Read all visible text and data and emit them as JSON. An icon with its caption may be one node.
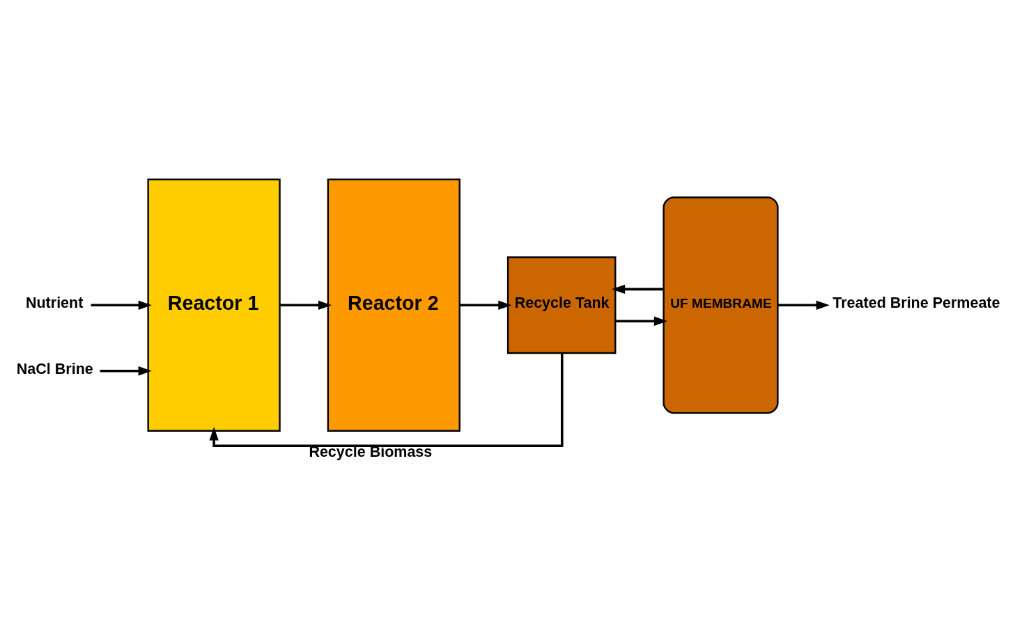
{
  "diagram": {
    "nodes": [
      {
        "text": [
          "Nutrient"
        ]
      },
      {
        "text": [
          "Reactor 1"
        ]
      },
      {
        "text": [
          "Reactor 2"
        ]
      },
      {
        "text": [
          "Recycle Tank"
        ]
      },
      {
        "text": [
          "UF MEMBRAME"
        ]
      },
      {
        "text": [
          "NaCl Brine"
        ]
      },
      {
        "text": [
          "Treated Brine Permeate"
        ]
      }
    ],
    "edges": [
      {
        "from": 0,
        "to": 1,
        "arrow": "to"
      },
      {
        "from": 5,
        "to": 1,
        "arrow": "to"
      },
      {
        "from": 1,
        "to": 2,
        "arrow": "to"
      },
      {
        "from": 2,
        "to": 3,
        "arrow": "to"
      },
      {
        "from": 3,
        "to": 4,
        "arrow": "to"
      },
      {
        "from": 4,
        "to": 3,
        "arrow": "to"
      },
      {
        "from": 3,
        "to": 1,
        "label": "Recycle Biomass",
        "arrow": "to"
      },
      {
        "from": 4,
        "to": 6,
        "arrow": "to"
      }
    ]
  }
}
